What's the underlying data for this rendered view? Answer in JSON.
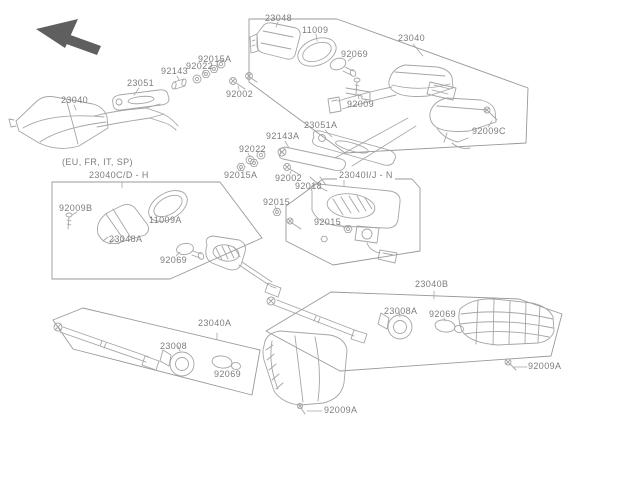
{
  "page": {
    "background_color": "#ffffff",
    "line_color": "#a5a5a5",
    "box_line_color": "#999999",
    "label_color": "#7d7d7d",
    "arrow_color": "#5f5f5f"
  },
  "icons": {
    "direction_arrow": "up-left-solid-arrow"
  },
  "diagram": {
    "region_note": "(EU, FR, IT, SP)",
    "assembly_box_labels": [
      "23040",
      "23040C/D - H",
      "23040I/J - N",
      "23040B",
      "23040A"
    ],
    "labels": [
      {
        "text": "23048"
      },
      {
        "text": "11009"
      },
      {
        "text": "92069"
      },
      {
        "text": "23040"
      },
      {
        "text": "92009"
      },
      {
        "text": "92009C"
      },
      {
        "text": "92015A"
      },
      {
        "text": "92022"
      },
      {
        "text": "92143"
      },
      {
        "text": "23051"
      },
      {
        "text": "23040"
      },
      {
        "text": "92002"
      },
      {
        "text": "23051A"
      },
      {
        "text": "92143A"
      },
      {
        "text": "92022"
      },
      {
        "text": "92015A"
      },
      {
        "text": "92002"
      },
      {
        "text": "(EU, FR, IT, SP)"
      },
      {
        "text": "23040C/D - H"
      },
      {
        "text": "23040I/J - N"
      },
      {
        "text": "92009B"
      },
      {
        "text": "11009A"
      },
      {
        "text": "23048A"
      },
      {
        "text": "92069"
      },
      {
        "text": "92018"
      },
      {
        "text": "92015"
      },
      {
        "text": "92015"
      },
      {
        "text": "23040B"
      },
      {
        "text": "23008A"
      },
      {
        "text": "92069"
      },
      {
        "text": "92009A"
      },
      {
        "text": "92009A"
      },
      {
        "text": "23040A"
      },
      {
        "text": "23008"
      },
      {
        "text": "92069"
      }
    ]
  }
}
